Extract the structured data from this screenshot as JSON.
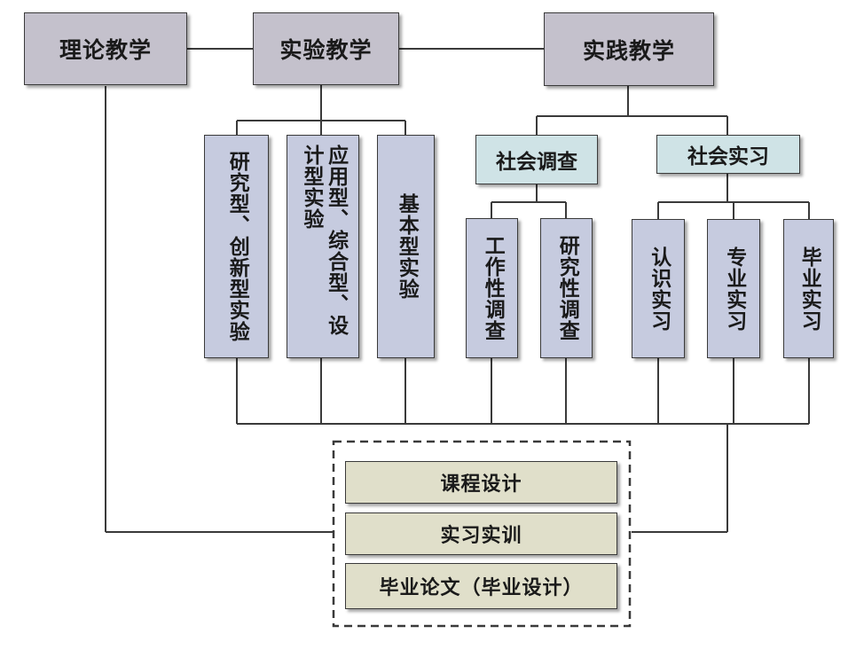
{
  "top": {
    "theory": "理论教学",
    "experiment": "实验教学",
    "practice": "实践教学"
  },
  "experiment_types": {
    "research": "研究型、创新型实验",
    "applied": "应用型、综合型、设计型实验",
    "basic": "基本型实验"
  },
  "categories": {
    "survey": "社会调查",
    "internship": "社会实习"
  },
  "survey_types": {
    "work": "工作性调查",
    "research": "研究性调查"
  },
  "internship_types": {
    "cognitive": "认识实习",
    "professional": "专业实习",
    "graduation": "毕业实习"
  },
  "bottom": {
    "course_design": "课程设计",
    "practical_training": "实习实训",
    "thesis": "毕业论文（毕业设计）"
  }
}
